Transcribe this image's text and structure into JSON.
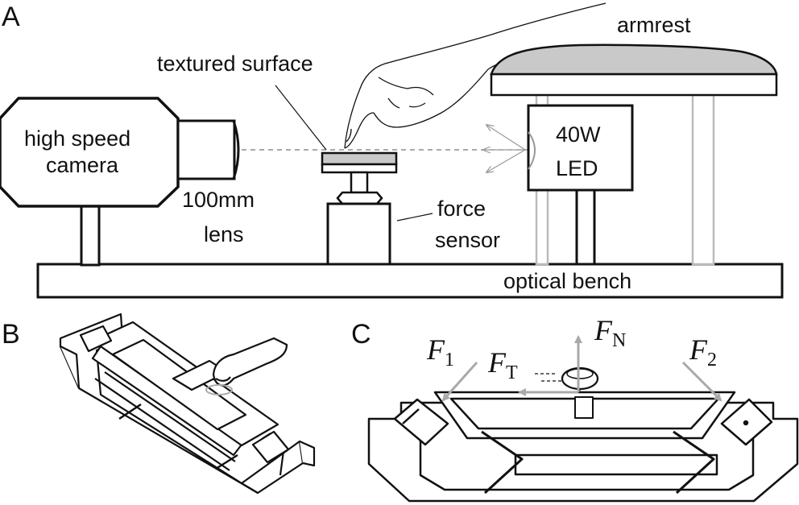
{
  "panels": {
    "a": "A",
    "b": "B",
    "c": "C"
  },
  "panel_a": {
    "armrest": "armrest",
    "textured_surface": "textured surface",
    "camera_line1": "high speed",
    "camera_line2": "camera",
    "led_line1": "40W",
    "led_line2": "LED",
    "lens_line1": "100mm",
    "lens_line2": "lens",
    "sensor_line1": "force",
    "sensor_line2": "sensor",
    "bench": "optical bench"
  },
  "panel_c": {
    "f1": {
      "letter": "F",
      "sub": "1"
    },
    "f2": {
      "letter": "F",
      "sub": "2"
    },
    "fn": {
      "letter": "F",
      "sub": "N"
    },
    "ft": {
      "letter": "F",
      "sub": "T"
    }
  }
}
